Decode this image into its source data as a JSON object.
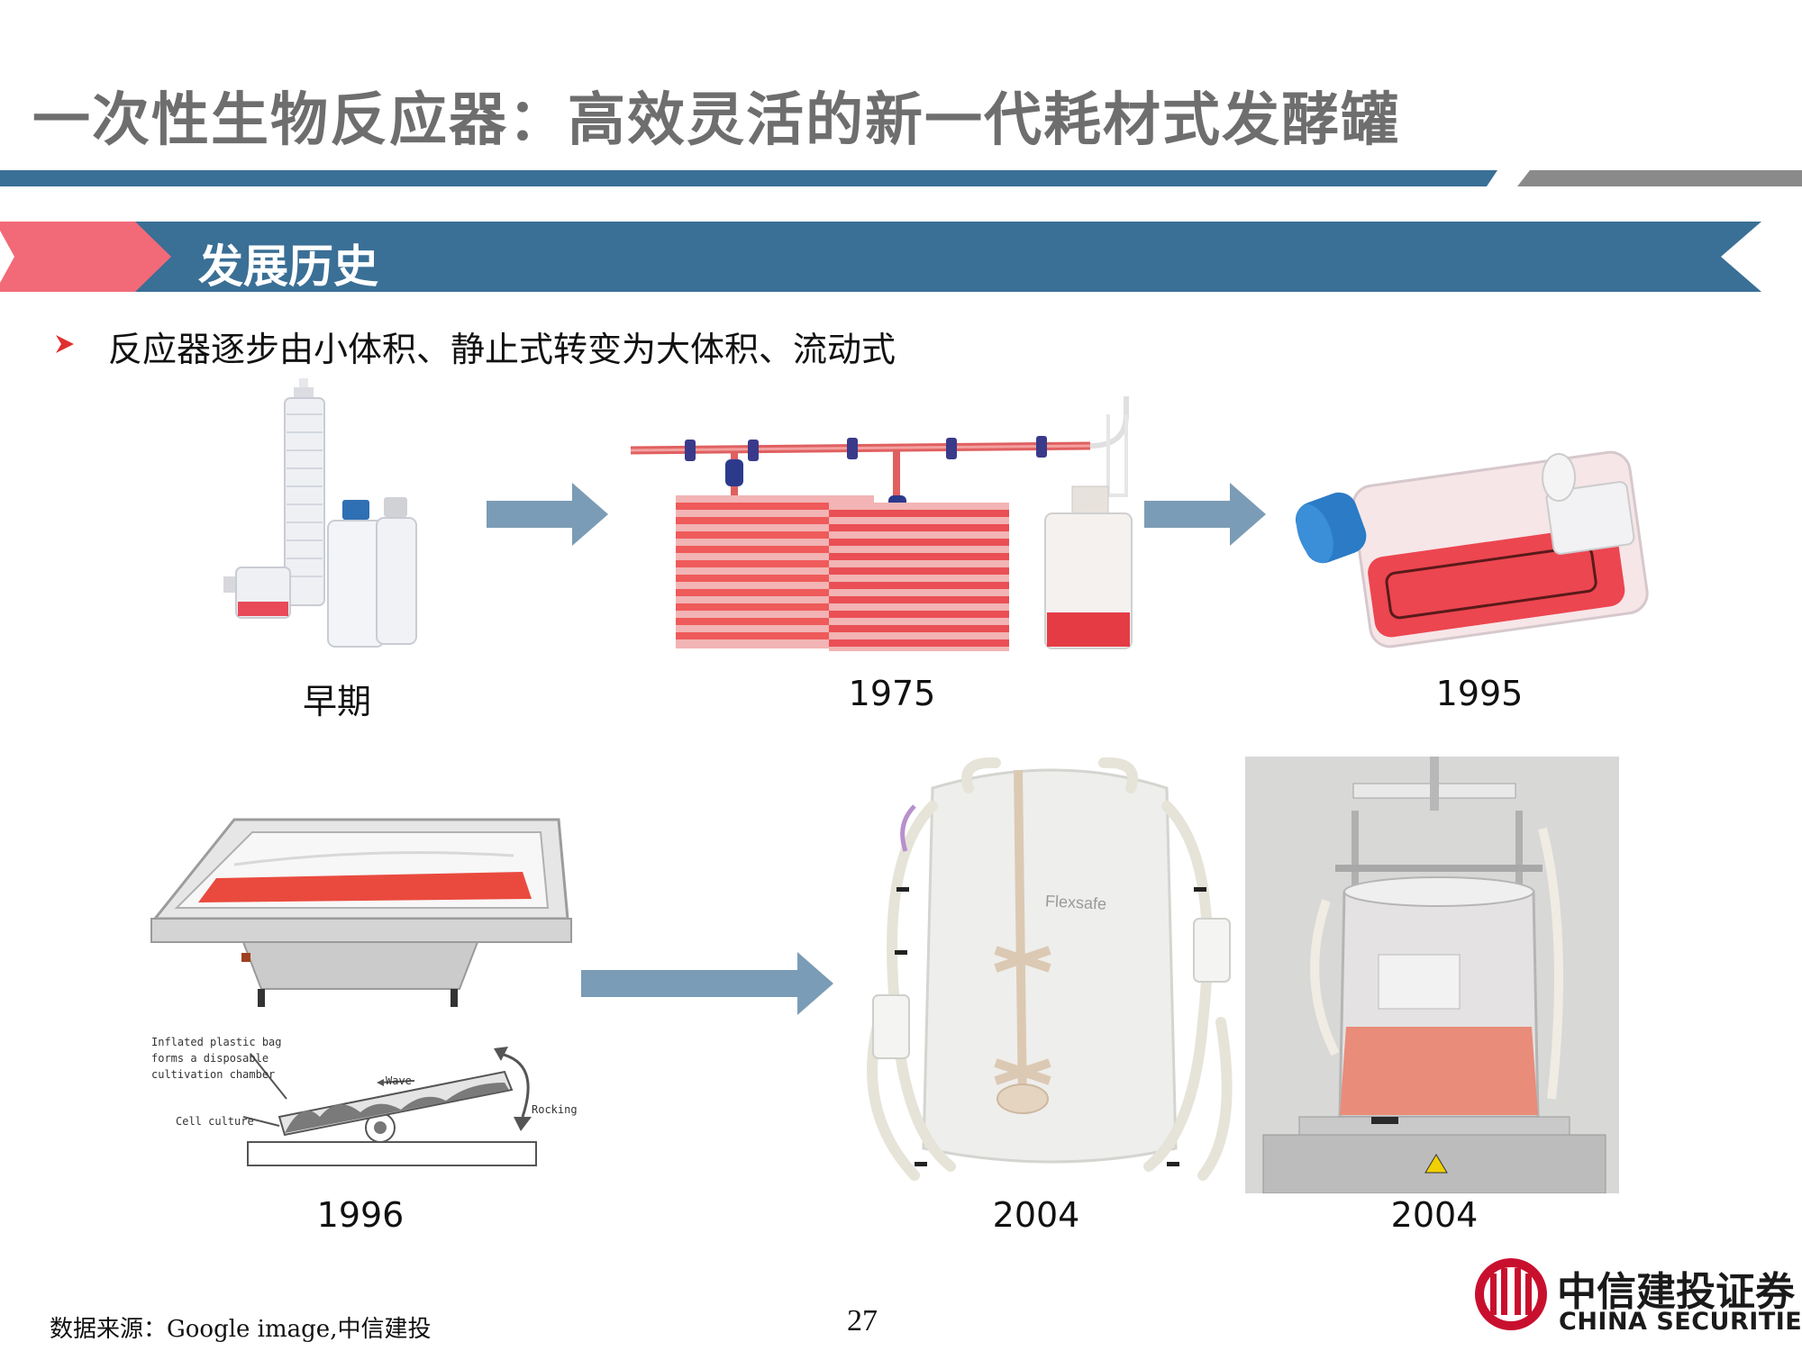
{
  "header": {
    "title": "一次性生物反应器：高效灵活的新一代耗材式发酵罐"
  },
  "section": {
    "label": "发展历史"
  },
  "bullet": {
    "text": "反应器逐步由小体积、静止式转变为大体积、流动式"
  },
  "timeline": {
    "row1": [
      "早期",
      "1975",
      "1995"
    ],
    "row2": [
      "1996",
      "2004",
      "2004"
    ]
  },
  "images": {
    "bag_label": "Flexsafe",
    "diagram": {
      "line1": "Inflated plastic bag",
      "line2": "forms a disposable",
      "line3": "cultivation chamber",
      "wave": "Wave",
      "rocking": "Rocking",
      "cell": "Cell culture"
    }
  },
  "footer": {
    "source": "数据来源：Google image,中信建投",
    "page": "27"
  },
  "logo": {
    "cn": "中信建投证券",
    "en": "CHINA SECURITIES"
  },
  "colors": {
    "accent_blue": "#3a6f96",
    "accent_pink": "#f26a78",
    "arrow_blue": "#7b9cb6",
    "title_gray": "#6e6e6e",
    "logo_red": "#c8102e"
  }
}
